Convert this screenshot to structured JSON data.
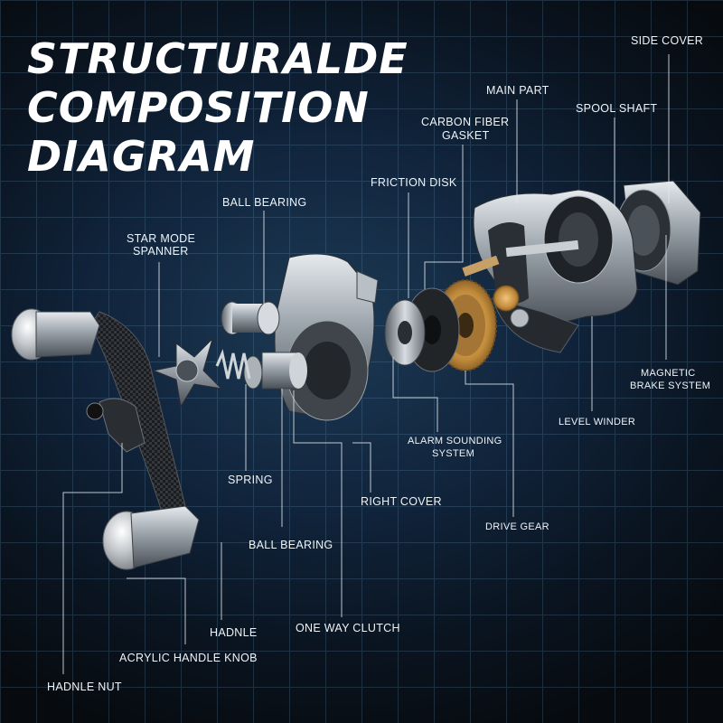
{
  "title": {
    "line1": "STRUCTURALDE",
    "line2": "COMPOSITION",
    "line3": "DIAGRAM"
  },
  "labels": {
    "side_cover": "SIDE COVER",
    "main_part": "MAIN PART",
    "spool_shaft": "SPOOL SHAFT",
    "carbon_fiber_gasket_1": "CARBON FIBER",
    "carbon_fiber_gasket_2": "GASKET",
    "friction_disk": "FRICTION DISK",
    "ball_bearing_top": "BALL BEARING",
    "star_mode_spanner_1": "STAR MODE",
    "star_mode_spanner_2": "SPANNER",
    "magnetic_brake_system_1": "MAGNETIC",
    "magnetic_brake_system_2": "BRAKE SYSTEM",
    "level_winder": "LEVEL WINDER",
    "alarm_sounding_system_1": "ALARM SOUNDING",
    "alarm_sounding_system_2": "SYSTEM",
    "spring": "SPRING",
    "right_cover": "RIGHT COVER",
    "drive_gear": "DRIVE GEAR",
    "ball_bearing_bottom": "BALL BEARING",
    "hadnle": "HADNLE",
    "one_way_clutch": "ONE WAY CLUTCH",
    "acrylic_handle_knob": "ACRYLIC HANDLE KNOB",
    "hadnle_nut": "HADNLE NUT"
  },
  "colors": {
    "background": "#10233a",
    "text": "#ffffff",
    "metal": "#9aa3ab",
    "gold": "#c08a3a"
  }
}
